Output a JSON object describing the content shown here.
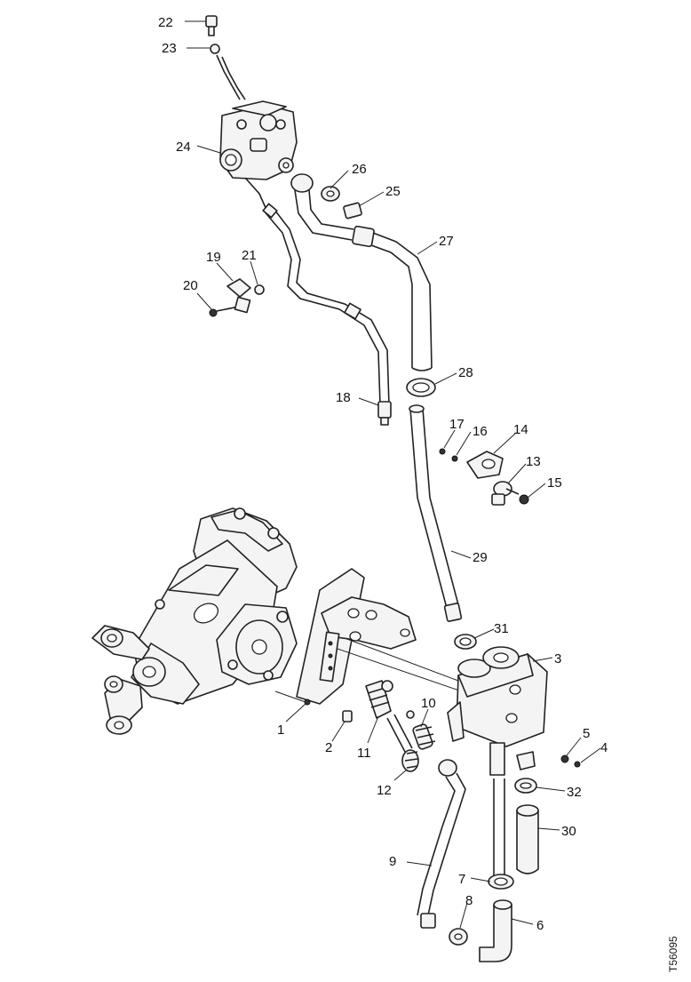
{
  "diagram": {
    "labels": [
      "22",
      "23",
      "24",
      "26",
      "25",
      "27",
      "19",
      "21",
      "20",
      "28",
      "18",
      "17",
      "16",
      "14",
      "13",
      "15",
      "29",
      "31",
      "3",
      "10",
      "1",
      "2",
      "11",
      "12",
      "5",
      "4",
      "32",
      "30",
      "9",
      "7",
      "8",
      "6"
    ],
    "reference_code": "T56095"
  }
}
